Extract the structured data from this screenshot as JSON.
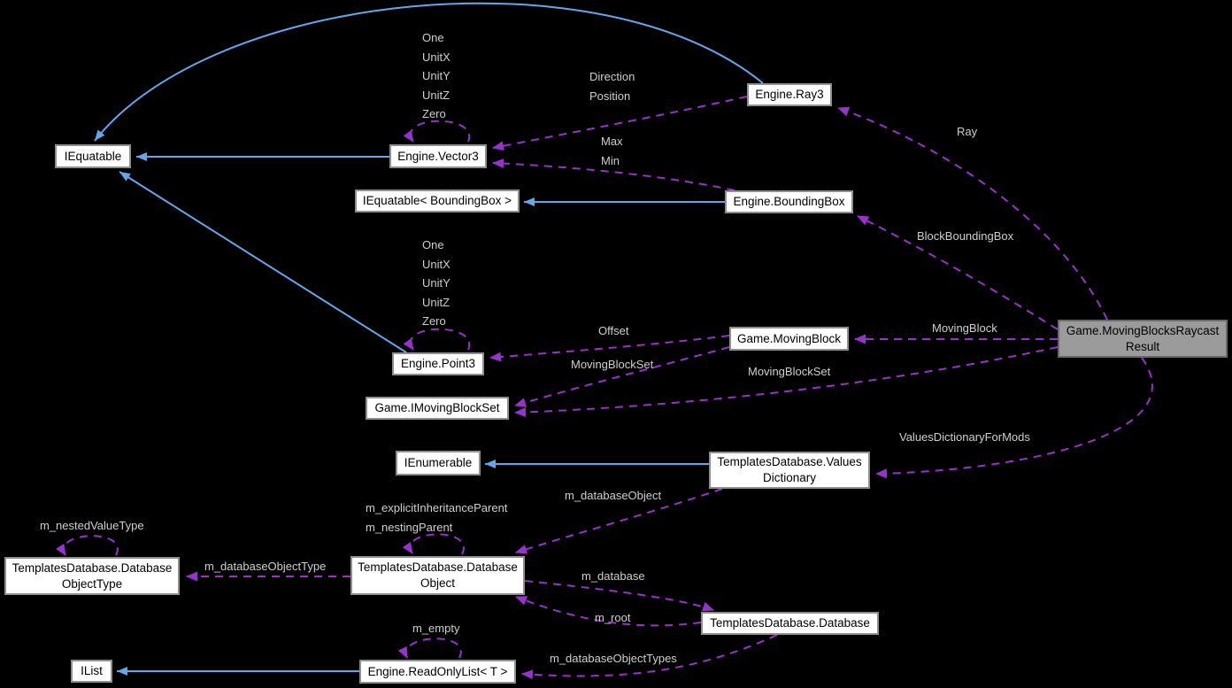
{
  "colors": {
    "background": "#000000",
    "inheritance_edge": "#62a6ee",
    "usage_edge": "#9932cc",
    "node_fill": "#ffffff",
    "node_border": "#8f8f8f",
    "highlight_node_fill": "#9b9b9b",
    "node_text": "#000000",
    "edge_label_text": "#cfcfcf"
  },
  "nodes": [
    {
      "id": "iequatable",
      "label": "IEquatable",
      "highlighted": false
    },
    {
      "id": "engine-vector3",
      "label": "Engine.Vector3",
      "highlighted": false
    },
    {
      "id": "engine-ray3",
      "label": "Engine.Ray3",
      "highlighted": false
    },
    {
      "id": "iequatable-boundingbox",
      "label": "IEquatable< BoundingBox >",
      "highlighted": false
    },
    {
      "id": "engine-boundingbox",
      "label": "Engine.BoundingBox",
      "highlighted": false
    },
    {
      "id": "engine-point3",
      "label": "Engine.Point3",
      "highlighted": false
    },
    {
      "id": "game-movingblock",
      "label": "Game.MovingBlock",
      "highlighted": false
    },
    {
      "id": "game-movingblocksraycastresult",
      "label": "Game.MovingBlocksRaycast\nResult",
      "highlighted": true
    },
    {
      "id": "game-imovingblockset",
      "label": "Game.IMovingBlockSet",
      "highlighted": false
    },
    {
      "id": "ienumerable",
      "label": "IEnumerable",
      "highlighted": false
    },
    {
      "id": "templatesdatabase-valuesdictionary",
      "label": "TemplatesDatabase.Values\nDictionary",
      "highlighted": false
    },
    {
      "id": "templatesdatabase-databaseobjecttype",
      "label": "TemplatesDatabase.Database\nObjectType",
      "highlighted": false
    },
    {
      "id": "templatesdatabase-databaseobject",
      "label": "TemplatesDatabase.Database\nObject",
      "highlighted": false
    },
    {
      "id": "templatesdatabase-database",
      "label": "TemplatesDatabase.Database",
      "highlighted": false
    },
    {
      "id": "ilist",
      "label": "IList",
      "highlighted": false
    },
    {
      "id": "engine-readonlylist",
      "label": "Engine.ReadOnlyList< T >",
      "highlighted": false
    }
  ],
  "edge_labels": [
    {
      "text": "One\nUnitX\nUnitY\nUnitZ\nZero",
      "edge": "Engine.Vector3 -> Engine.Vector3"
    },
    {
      "text": "Direction\nPosition",
      "edge": "Engine.Ray3 -> Engine.Vector3"
    },
    {
      "text": "Max\nMin",
      "edge": "Engine.BoundingBox -> Engine.Vector3"
    },
    {
      "text": "Ray",
      "edge": "Game.MovingBlocksRaycastResult -> Engine.Ray3"
    },
    {
      "text": "BlockBoundingBox",
      "edge": "Game.MovingBlocksRaycastResult -> Engine.BoundingBox"
    },
    {
      "text": "One\nUnitX\nUnitY\nUnitZ\nZero",
      "edge": "Engine.Point3 -> Engine.Point3"
    },
    {
      "text": "Offset",
      "edge": "Game.MovingBlock -> Engine.Point3"
    },
    {
      "text": "MovingBlockSet",
      "edge": "Game.MovingBlock -> Game.IMovingBlockSet"
    },
    {
      "text": "MovingBlock",
      "edge": "Game.MovingBlocksRaycastResult -> Game.MovingBlock"
    },
    {
      "text": "MovingBlockSet",
      "edge": "Game.MovingBlocksRaycastResult -> Game.IMovingBlockSet"
    },
    {
      "text": "ValuesDictionaryForMods",
      "edge": "Game.MovingBlocksRaycastResult -> TemplatesDatabase.ValuesDictionary"
    },
    {
      "text": "m_databaseObject",
      "edge": "TemplatesDatabase.ValuesDictionary -> TemplatesDatabase.DatabaseObject"
    },
    {
      "text": "m_explicitInheritanceParent\nm_nestingParent",
      "edge": "TemplatesDatabase.DatabaseObject -> TemplatesDatabase.DatabaseObject"
    },
    {
      "text": "m_nestedValueType",
      "edge": "TemplatesDatabase.DatabaseObjectType -> TemplatesDatabase.DatabaseObjectType"
    },
    {
      "text": "m_databaseObjectType",
      "edge": "TemplatesDatabase.DatabaseObject -> TemplatesDatabase.DatabaseObjectType"
    },
    {
      "text": "m_database",
      "edge": "TemplatesDatabase.DatabaseObject -> TemplatesDatabase.Database"
    },
    {
      "text": "m_root",
      "edge": "TemplatesDatabase.Database -> TemplatesDatabase.DatabaseObject"
    },
    {
      "text": "m_empty",
      "edge": "Engine.ReadOnlyList< T > -> Engine.ReadOnlyList< T >"
    },
    {
      "text": "m_databaseObjectTypes",
      "edge": "TemplatesDatabase.Database -> Engine.ReadOnlyList< T >"
    }
  ],
  "inheritance_edges": [
    {
      "from": "Engine.Vector3",
      "to": "IEquatable"
    },
    {
      "from": "Engine.Point3",
      "to": "IEquatable"
    },
    {
      "from": "Engine.Ray3",
      "to": "IEquatable"
    },
    {
      "from": "Engine.BoundingBox",
      "to": "IEquatable< BoundingBox >"
    },
    {
      "from": "TemplatesDatabase.ValuesDictionary",
      "to": "IEnumerable"
    },
    {
      "from": "Engine.ReadOnlyList< T >",
      "to": "IList"
    }
  ]
}
